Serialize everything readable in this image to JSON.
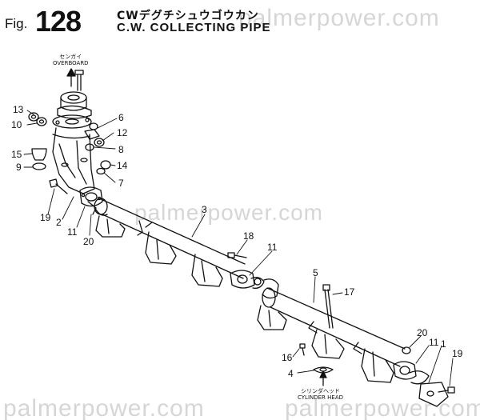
{
  "header": {
    "fig_prefix": "Fig.",
    "fig_number": "128",
    "title_jp": "CWデグチシュウゴウカン",
    "title_en": "C.W. COLLECTING PIPE"
  },
  "watermark": {
    "top": "palmerpower.com",
    "middle": "palmerpower.com",
    "bottom_left": "palmerpower.com",
    "bottom_right": "palmerpower.com"
  },
  "labels": {
    "overboard_jp": "センガイ",
    "overboard_en": "OVERBOARD",
    "cylinder_head_jp": "シリンダヘッド",
    "cylinder_head_en": "CYLINDER HEAD"
  },
  "callouts": {
    "c13": "13",
    "c10": "10",
    "c15": "15",
    "c9": "9",
    "c19_left": "19",
    "c2": "2",
    "c11_left": "11",
    "c20_left": "20",
    "c6": "6",
    "c12": "12",
    "c8": "8",
    "c14": "14",
    "c7": "7",
    "c3": "3",
    "c18": "18",
    "c11_mid": "11",
    "c5": "5",
    "c17": "17",
    "c20_right": "20",
    "c11_right": "11",
    "c1": "1",
    "c19_right": "19",
    "c16": "16",
    "c4": "4"
  }
}
